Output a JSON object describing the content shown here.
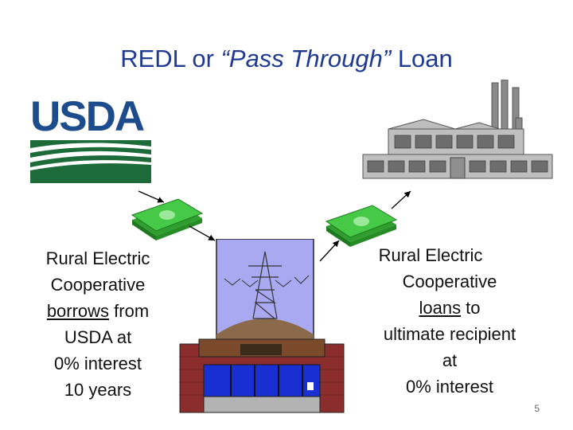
{
  "title": {
    "prefix": "REDL or ",
    "italic": "“Pass Through”",
    "suffix": " Loan"
  },
  "logo": {
    "text": "USDA",
    "brand_color": "#1d4c8c",
    "green": "#1e6b3a"
  },
  "left_caption": {
    "line1": "Rural Electric",
    "line2": "Cooperative",
    "line3_underlined": "borrows",
    "line3_rest": " from",
    "line4": "USDA at",
    "line5": "0% interest",
    "line6": "10 years"
  },
  "right_caption": {
    "line1": "Rural Electric",
    "line2": "Cooperative",
    "line3_underlined": "loans",
    "line3_rest": " to",
    "line4": "ultimate recipient",
    "line5": "at",
    "line6": "0% interest"
  },
  "icons": {
    "money": "money-stack-icon",
    "factory": "factory-icon",
    "cooperative": "cooperative-building-icon",
    "tower": "transmission-tower-icon"
  },
  "colors": {
    "title": "#1f3a93",
    "money": "#3fbf3f",
    "building_brick": "#8b2d2d"
  },
  "page_number": "5"
}
